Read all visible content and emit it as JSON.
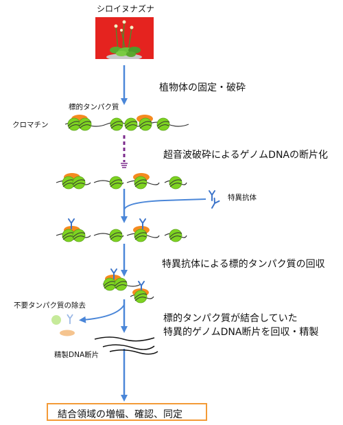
{
  "title": "シロイヌナズナ",
  "labels": {
    "target_protein": "標的タンパク質",
    "chromatin": "クロマチン",
    "specific_antibody": "特異抗体",
    "remove_unneeded": "不要タンパク質の除去",
    "purified_dna": "精製DNA断片"
  },
  "steps": [
    "植物体の固定・破砕",
    "超音波破砕によるゲノムDNAの断片化",
    "特異抗体による標的タンパク質の回収",
    "標的タンパク質が結合していた",
    "特異的ゲノムDNA断片を回収・精製"
  ],
  "final_box": "結合領域の増幅、確認、同定",
  "colors": {
    "arrow": "#4a86d8",
    "nucleosome": "#7ed321",
    "protein": "#f58a1f",
    "antibody": "#3b73c9",
    "dna": "#333333",
    "sonication": "#7b2a8c",
    "final_border": "#f39a36",
    "photo_bg": "#e5231f"
  }
}
